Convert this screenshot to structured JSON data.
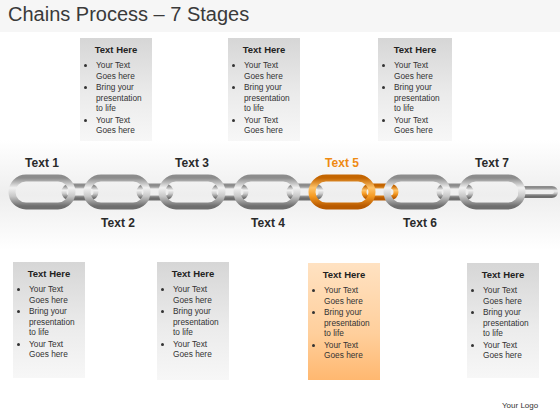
{
  "diagram": {
    "title": "Chains Process – 7 Stages",
    "nodes": [
      {
        "text": [
          "Text Here",
          "Your Text Goes here",
          "Bring your presentation to life",
          "Your Text Goes here"
        ]
      },
      {
        "text": [
          "Text Here",
          "Your Text Goes here",
          "Bring your presentation to life",
          "Your Text Goes here"
        ]
      },
      {
        "text": [
          "Text Here",
          "Your Text Goes here",
          "Bring your presentation to life",
          "Your Text Goes here"
        ]
      },
      {
        "text": [
          "Text Here",
          "Your Text Goes here",
          "Bring your presentation to life",
          "Your Text Goes here"
        ]
      },
      {
        "text": [
          "Text Here",
          "Your Text Goes here",
          "Bring your presentation to life",
          "Your Text Goes here"
        ]
      },
      {
        "text": [
          "Text Here",
          "Your Text Goes here",
          "Bring your presentation to life",
          "Your Text Goes here"
        ]
      },
      {
        "text": [
          "Text Here",
          "Your Text Goes here",
          "Bring your presentation to life",
          "Your Text Goes here"
        ]
      }
    ],
    "labels": [
      "Text 1",
      "Text 3",
      "Text 5",
      "Text 7",
      "Text 2",
      "Text 4",
      "Text 6",
      "Your Logo"
    ]
  }
}
